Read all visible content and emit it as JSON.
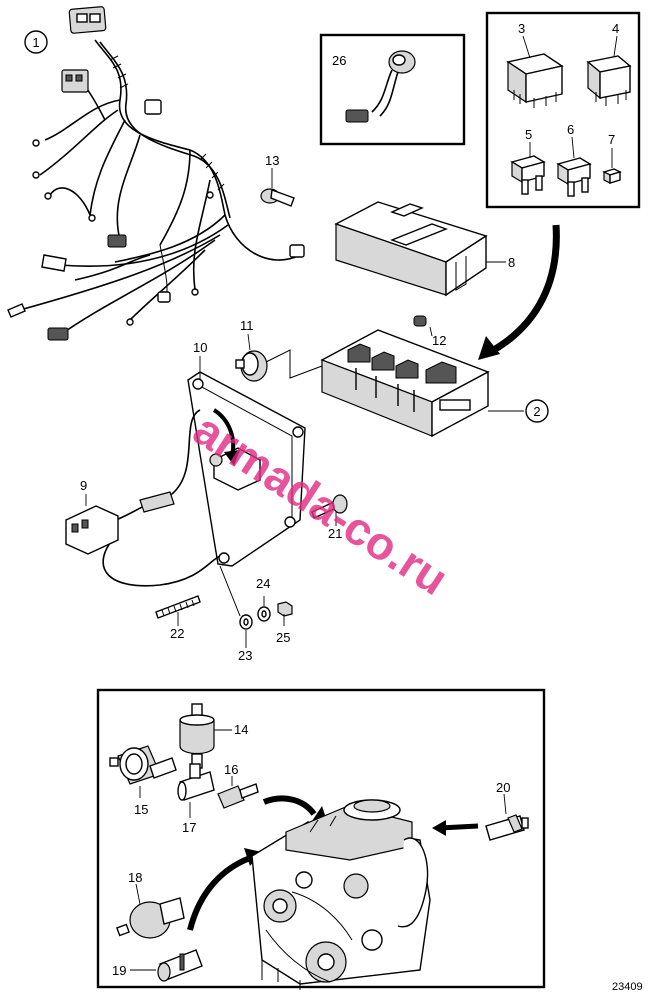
{
  "diagram": {
    "reference_number": "23409",
    "watermark": "armada-co.ru",
    "labels": {
      "p1": "1",
      "p2": "2",
      "p3": "3",
      "p4": "4",
      "p5": "5",
      "p6": "6",
      "p7": "7",
      "p8": "8",
      "p9": "9",
      "p10": "10",
      "p11": "11",
      "p12": "12",
      "p13": "13",
      "p14": "14",
      "p15": "15",
      "p16": "16",
      "p17": "17",
      "p18": "18",
      "p19": "19",
      "p20": "20",
      "p21": "21",
      "p22": "22",
      "p23": "23",
      "p24": "24",
      "p25": "25",
      "p26": "26"
    }
  }
}
